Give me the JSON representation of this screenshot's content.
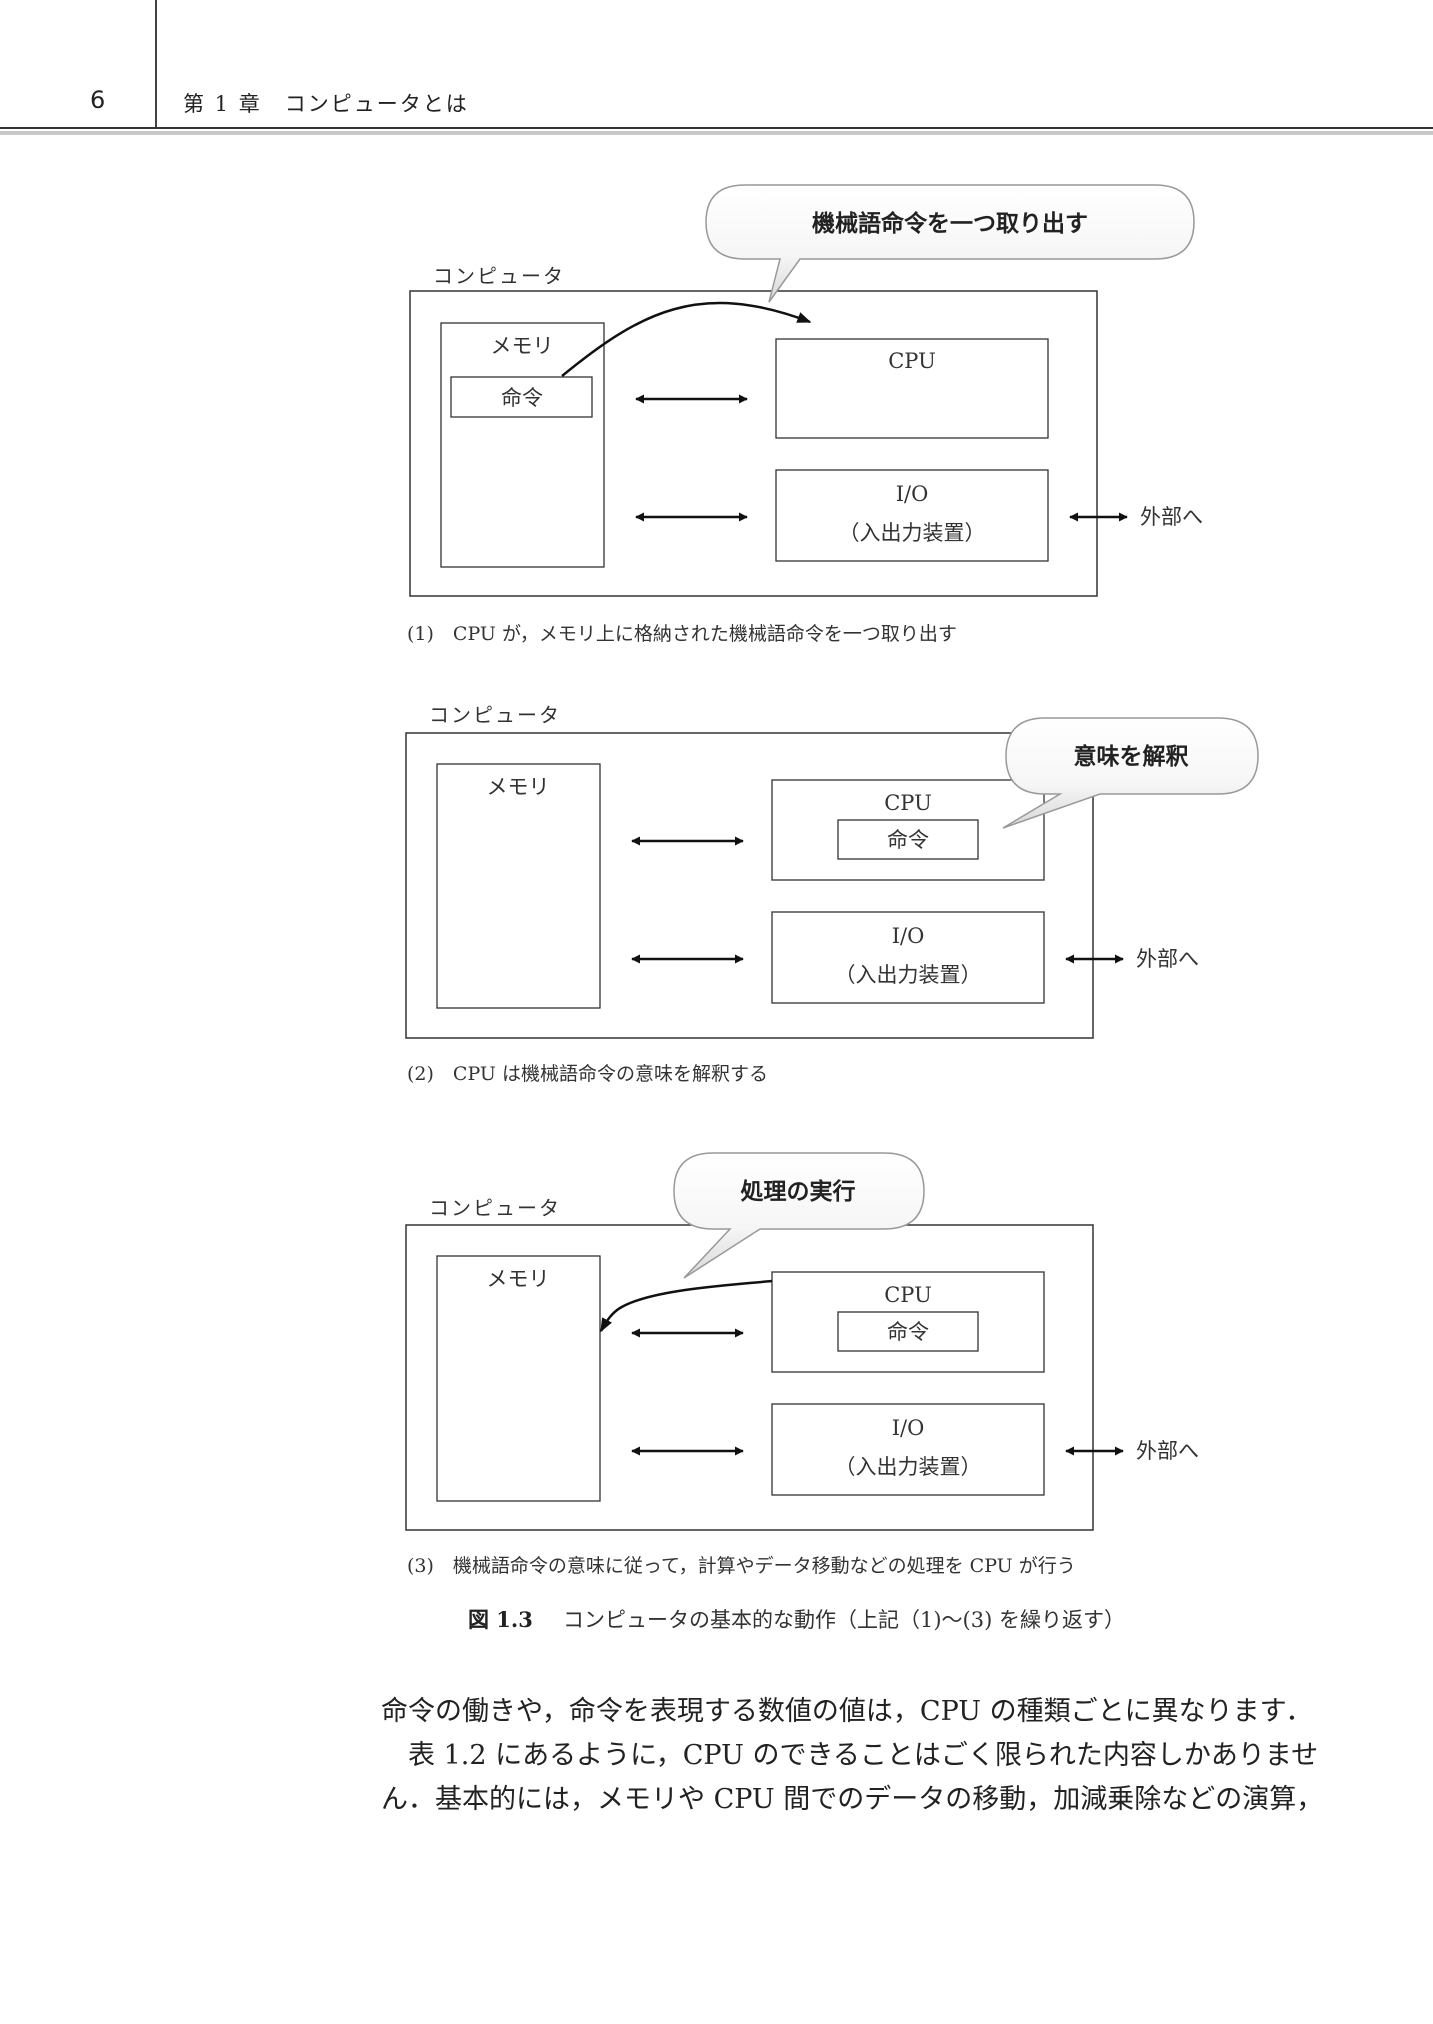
{
  "header": {
    "page_number": "6",
    "chapter_title": "第 1 章　コンピュータとは"
  },
  "common": {
    "computer": "コンピュータ",
    "memory": "メモリ",
    "instruction": "命令",
    "cpu": "CPU",
    "io": "I/O",
    "io_sub": "（入出力装置）",
    "external": "外部へ"
  },
  "diagrams": [
    {
      "bubble": "機械語命令を一つ取り出す",
      "caption": "(1)　CPU が，メモリ上に格納された機械語命令を一つ取り出す"
    },
    {
      "bubble": "意味を解釈",
      "caption": "(2)　CPU は機械語命令の意味を解釈する"
    },
    {
      "bubble": "処理の実行",
      "caption": "(3)　機械語命令の意味に従って，計算やデータ移動などの処理を CPU が行う"
    }
  ],
  "figure": {
    "number": "図 1.3",
    "caption": "コンピュータの基本的な動作（上記（1)～(3) を繰り返す）"
  },
  "body": {
    "lines": [
      "命令の働きや，命令を表現する数値の値は，CPU の種類ごとに異なります．",
      "　表 1.2 にあるように，CPU のできることはごく限られた内容しかありませ",
      "ん．基本的には，メモリや CPU 間でのデータの移動，加減乗除などの演算，"
    ]
  }
}
